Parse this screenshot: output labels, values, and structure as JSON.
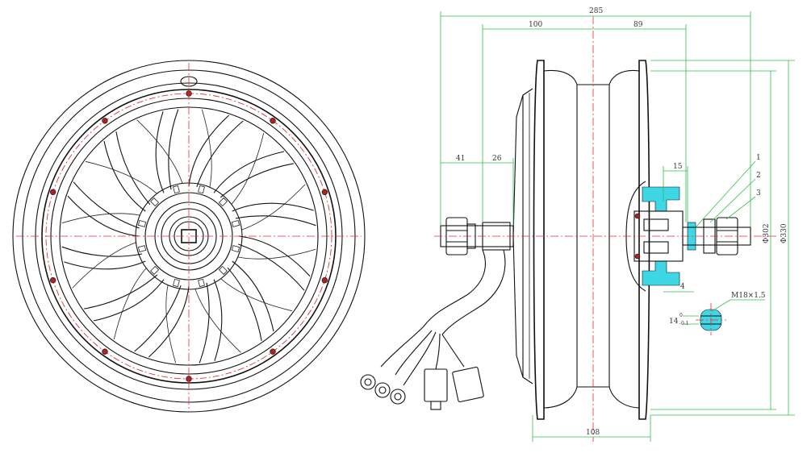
{
  "dimensions": {
    "overall_width": "285",
    "left_span": "100",
    "right_span": "89",
    "axle_left": "41",
    "axle_mid": "26",
    "rim_width": "108",
    "small_15": "15",
    "small_4": "4",
    "dia_302": "Φ302",
    "dia_330": "Φ330",
    "thread": "M18×1.5",
    "flat": "14",
    "flat_tol_upper": "0",
    "flat_tol_lower": "-0.1"
  },
  "callouts": [
    "1",
    "2",
    "3"
  ],
  "colors": {
    "dimension": "#2fbf4a",
    "centerline": "#e03030",
    "highlight": "#3fd6e6",
    "bolt": "#b02020"
  }
}
